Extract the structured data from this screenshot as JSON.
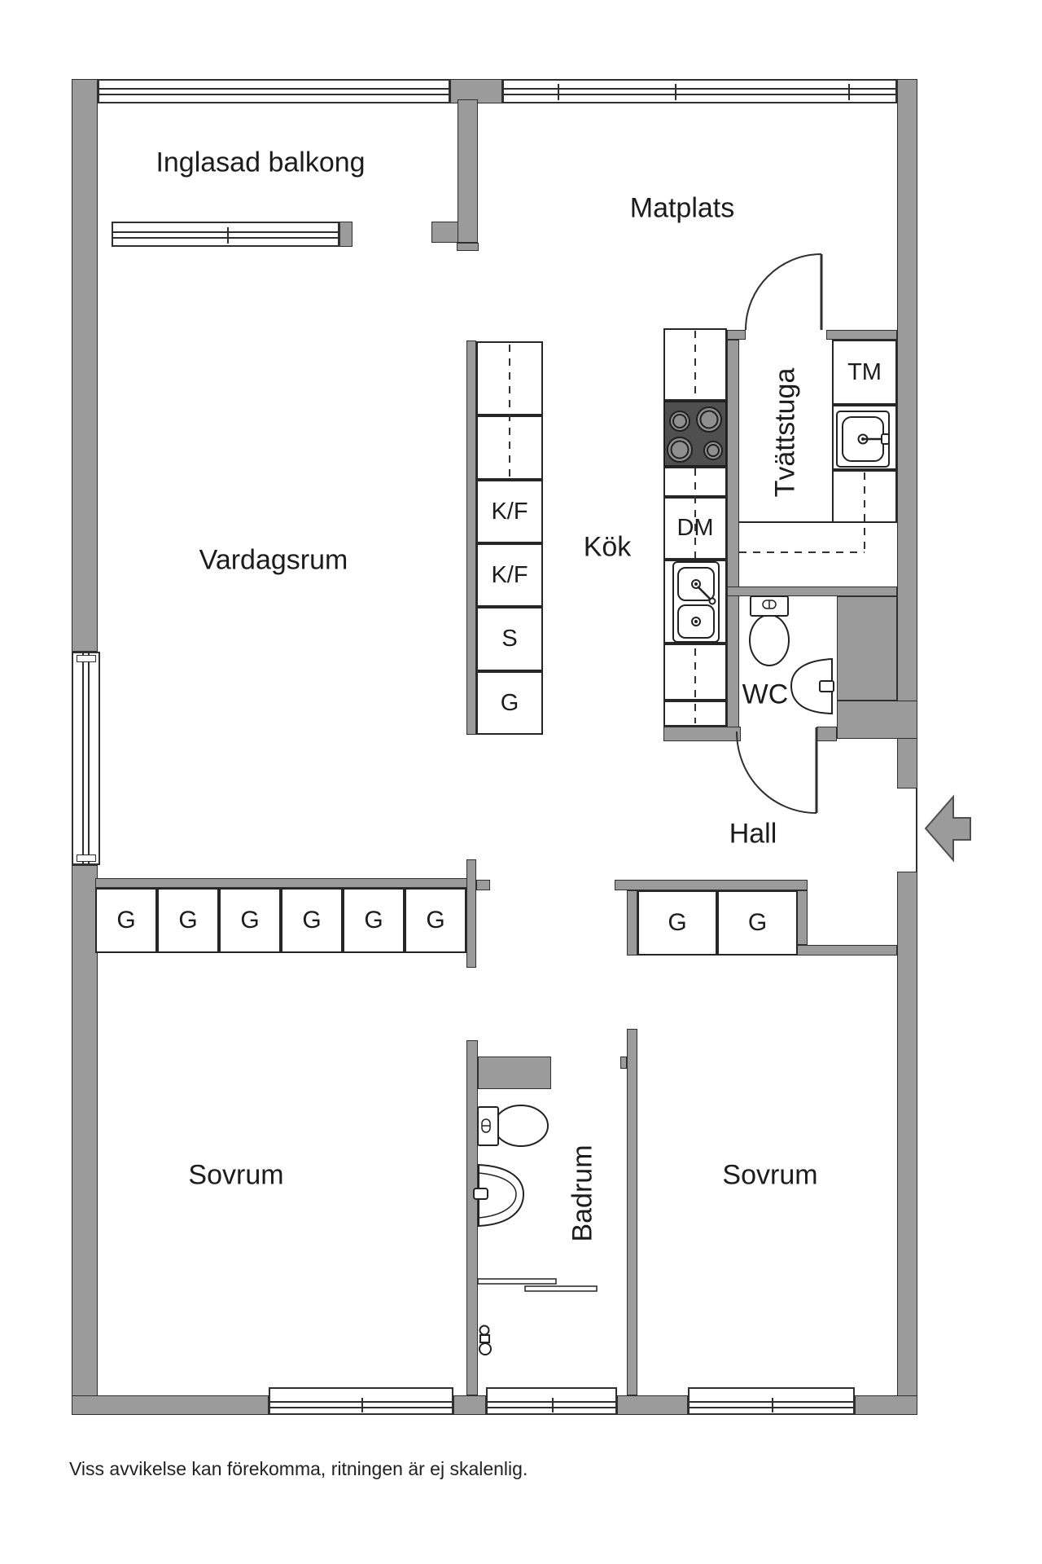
{
  "colors": {
    "wall": "#9b9b9b",
    "outline": "#2f2f2f",
    "text": "#1c1c1c",
    "stove": "#4f4f4f"
  },
  "rooms": {
    "balcony": "Inglasad balkong",
    "dining": "Matplats",
    "living": "Vardagsrum",
    "kitchen": "Kök",
    "laundry": "Tvättstuga",
    "wc": "WC",
    "hall": "Hall",
    "bedroom_left": "Sovrum",
    "bathroom": "Badrum",
    "bedroom_right": "Sovrum"
  },
  "fixtures": {
    "dishwasher": "DM",
    "washing_machine": "TM"
  },
  "kitchen_cabinets": [
    "K/F",
    "K/F",
    "S",
    "G"
  ],
  "hall_wardrobes": [
    "G",
    "G"
  ],
  "bedroom_wardrobes": [
    "G",
    "G",
    "G",
    "G",
    "G",
    "G"
  ],
  "disclaimer": "Viss avvikelse kan förekomma, ritningen är ej skalenlig."
}
